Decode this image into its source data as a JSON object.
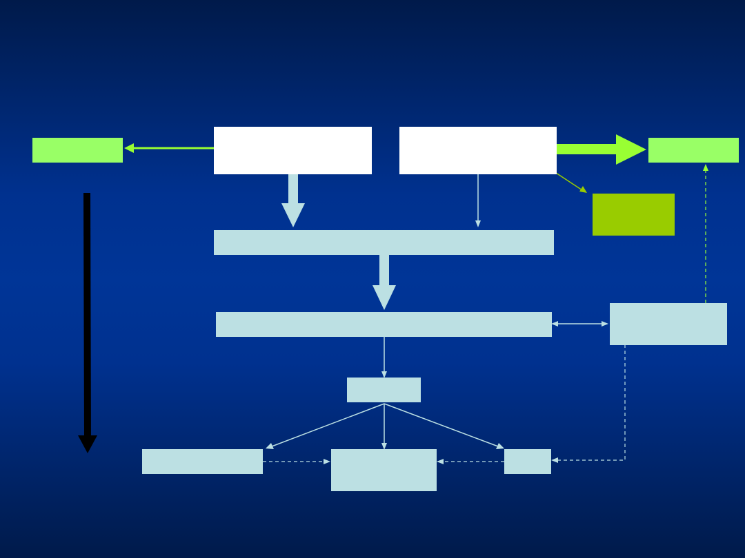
{
  "colors": {
    "background_top": "#001a4a",
    "background_mid": "#003597",
    "white_box": "#ffffff",
    "light_box": "#bce0e3",
    "lime_box": "#99ff66",
    "olive_box": "#99cc00",
    "timeline_arrow": "#000000"
  },
  "diagram": {
    "nodes": [
      {
        "id": "source-a",
        "label": ""
      },
      {
        "id": "source-b",
        "label": ""
      },
      {
        "id": "left-output",
        "label": ""
      },
      {
        "id": "right-output",
        "label": ""
      },
      {
        "id": "side-product",
        "label": ""
      },
      {
        "id": "combined-stage",
        "label": ""
      },
      {
        "id": "main-stage",
        "label": ""
      },
      {
        "id": "feedback-box",
        "label": ""
      },
      {
        "id": "branch-node",
        "label": ""
      },
      {
        "id": "outcome-left",
        "label": ""
      },
      {
        "id": "outcome-center",
        "label": ""
      },
      {
        "id": "outcome-right",
        "label": ""
      }
    ]
  }
}
